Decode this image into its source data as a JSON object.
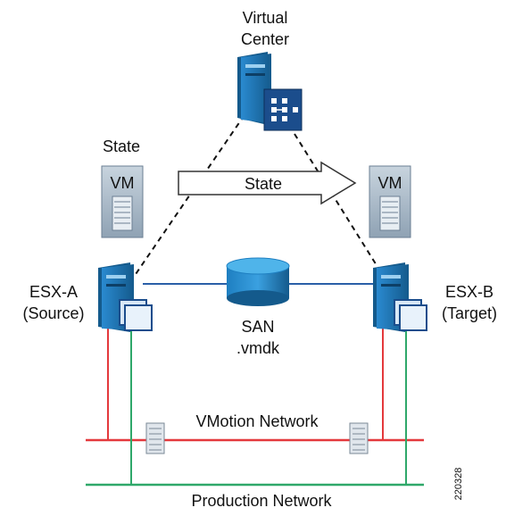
{
  "virtual_center": {
    "line1": "Virtual",
    "line2": "Center"
  },
  "state_label_top": "State",
  "vm_label_left": "VM",
  "vm_label_right": "VM",
  "state_arrow_label": "State",
  "esx_a": {
    "line1": "ESX-A",
    "line2": "(Source)"
  },
  "esx_b": {
    "line1": "ESX-B",
    "line2": "(Target)"
  },
  "san": {
    "line1": "SAN",
    "line2": ".vmdk"
  },
  "vmotion_network": "VMotion Network",
  "production_network": "Production Network",
  "figure_id": "220328",
  "colors": {
    "server_blue": "#1e7fc1",
    "server_dark": "#145a8c",
    "network_red": "#e4393c",
    "network_green": "#2fa86a",
    "san_line": "#2a5fa8",
    "vm_fill": "#a8b8c8"
  },
  "icons": [
    "server-icon",
    "cloud-app-icon",
    "database-icon",
    "switch-icon",
    "arrow-icon"
  ]
}
